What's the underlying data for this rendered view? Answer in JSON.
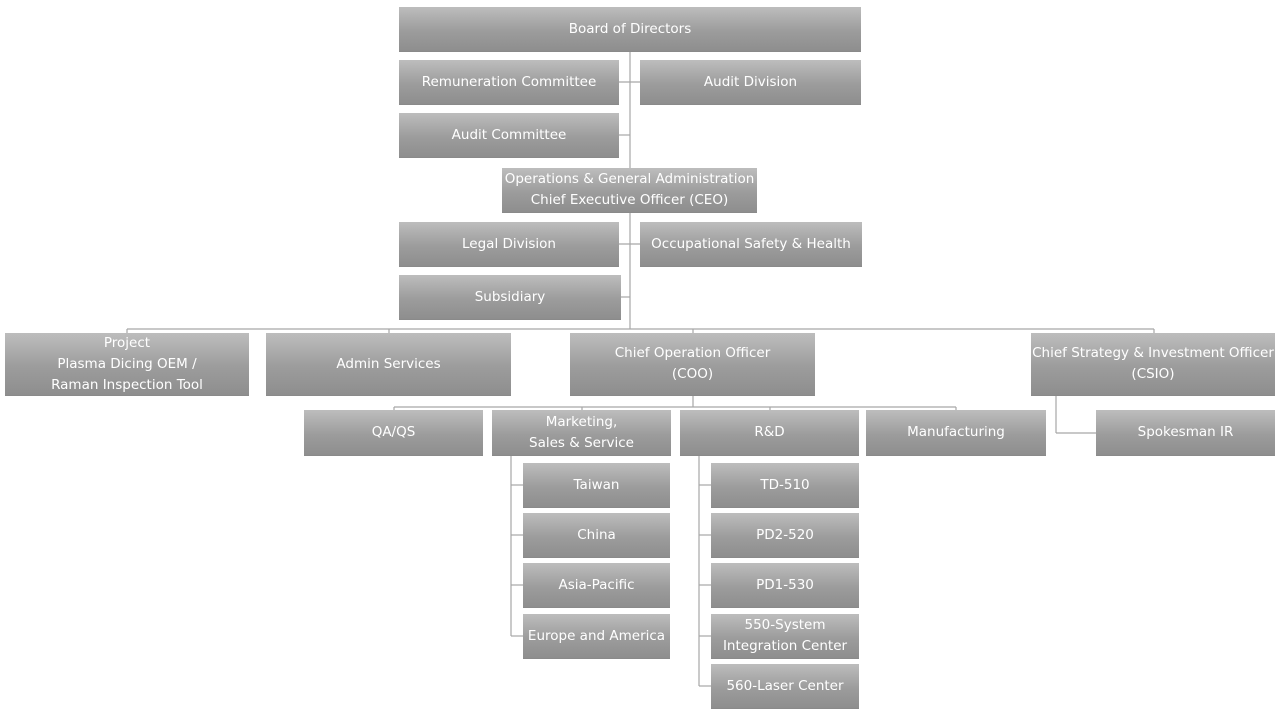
{
  "nodes": {
    "board": "Board of Directors",
    "remuneration": "Remuneration  Committee",
    "audit_division": "Audit Division",
    "audit_committee": "Audit Committee",
    "ceo": "Operations  &  General  Administration\nChief Executive Officer (CEO)",
    "legal": "Legal Division",
    "osh": "Occupational Safety & Health",
    "subsidiary": "Subsidiary",
    "project": "Project\nPlasma Dicing OEM /\nRaman Inspection Tool",
    "admin": "Admin Services",
    "coo": "Chief Operation Officer\n(COO)",
    "csio": "Chief Strategy & Investment Officer\n(CSIO)",
    "qa": "QA/QS",
    "marketing": "Marketing,\nSales & Service",
    "rd": "R&D",
    "manufacturing": "Manufacturing",
    "spokesman": "Spokesman  IR",
    "taiwan": "Taiwan",
    "china": "China",
    "asia_pacific": "Asia-Pacific",
    "europe_america": "Europe and America",
    "td510": "TD-510",
    "pd2_520": "PD2-520",
    "pd1_530": "PD1-530",
    "sys550": "550-System\nIntegration  Center",
    "laser560": "560-Laser Center"
  }
}
